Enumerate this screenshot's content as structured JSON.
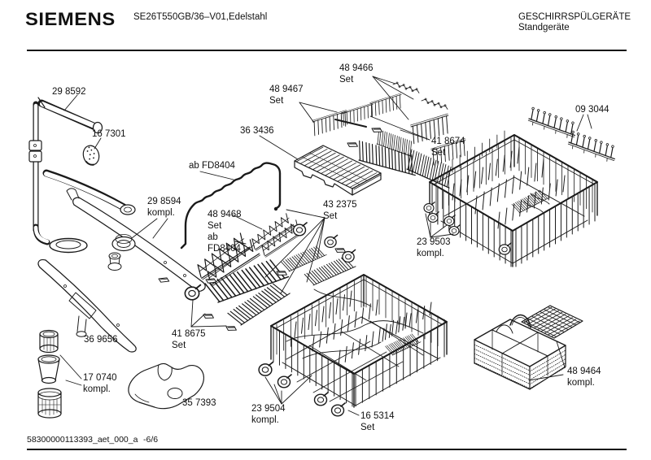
{
  "header": {
    "brand": "SIEMENS",
    "model": "SE26T550GB/36–V01,Edelstahl",
    "category": "GESCHIRRSPÜLGERÄTE",
    "subcategory": "Standgeräte"
  },
  "footer": {
    "document_id": "58300000113393_aet_000_a",
    "page": "-6/6"
  },
  "parts": [
    {
      "id": "29 8592",
      "label": "29 8592"
    },
    {
      "id": "16 7301",
      "label": "16 7301"
    },
    {
      "id": "29 8594",
      "label": "29 8594",
      "sub": "kompl."
    },
    {
      "id": "36 3436",
      "label": "36 3436"
    },
    {
      "id": "ab FD8404",
      "label": "ab FD8404"
    },
    {
      "id": "48 9467",
      "label": "48 9467",
      "sub": "Set"
    },
    {
      "id": "48 9466",
      "label": "48 9466",
      "sub": "Set"
    },
    {
      "id": "41 8674",
      "label": "41 8674",
      "sub": "Set"
    },
    {
      "id": "09 3044",
      "label": "09 3044"
    },
    {
      "id": "48 9468",
      "label": "48 9468",
      "sub": "Set",
      "sub2": "ab",
      "sub3": "FD8404"
    },
    {
      "id": "43 2375",
      "label": "43 2375",
      "sub": "Set"
    },
    {
      "id": "23 9503",
      "label": "23 9503",
      "sub": "kompl."
    },
    {
      "id": "36 9656",
      "label": "36 9656"
    },
    {
      "id": "41 8675",
      "label": "41 8675",
      "sub": "Set"
    },
    {
      "id": "17 0740",
      "label": "17 0740",
      "sub": "kompl."
    },
    {
      "id": "35 7393",
      "label": "35 7393"
    },
    {
      "id": "23 9504",
      "label": "23 9504",
      "sub": "kompl."
    },
    {
      "id": "16 5314",
      "label": "16 5314",
      "sub": "Set"
    },
    {
      "id": "48 9464",
      "label": "48 9464",
      "sub": "kompl."
    }
  ]
}
